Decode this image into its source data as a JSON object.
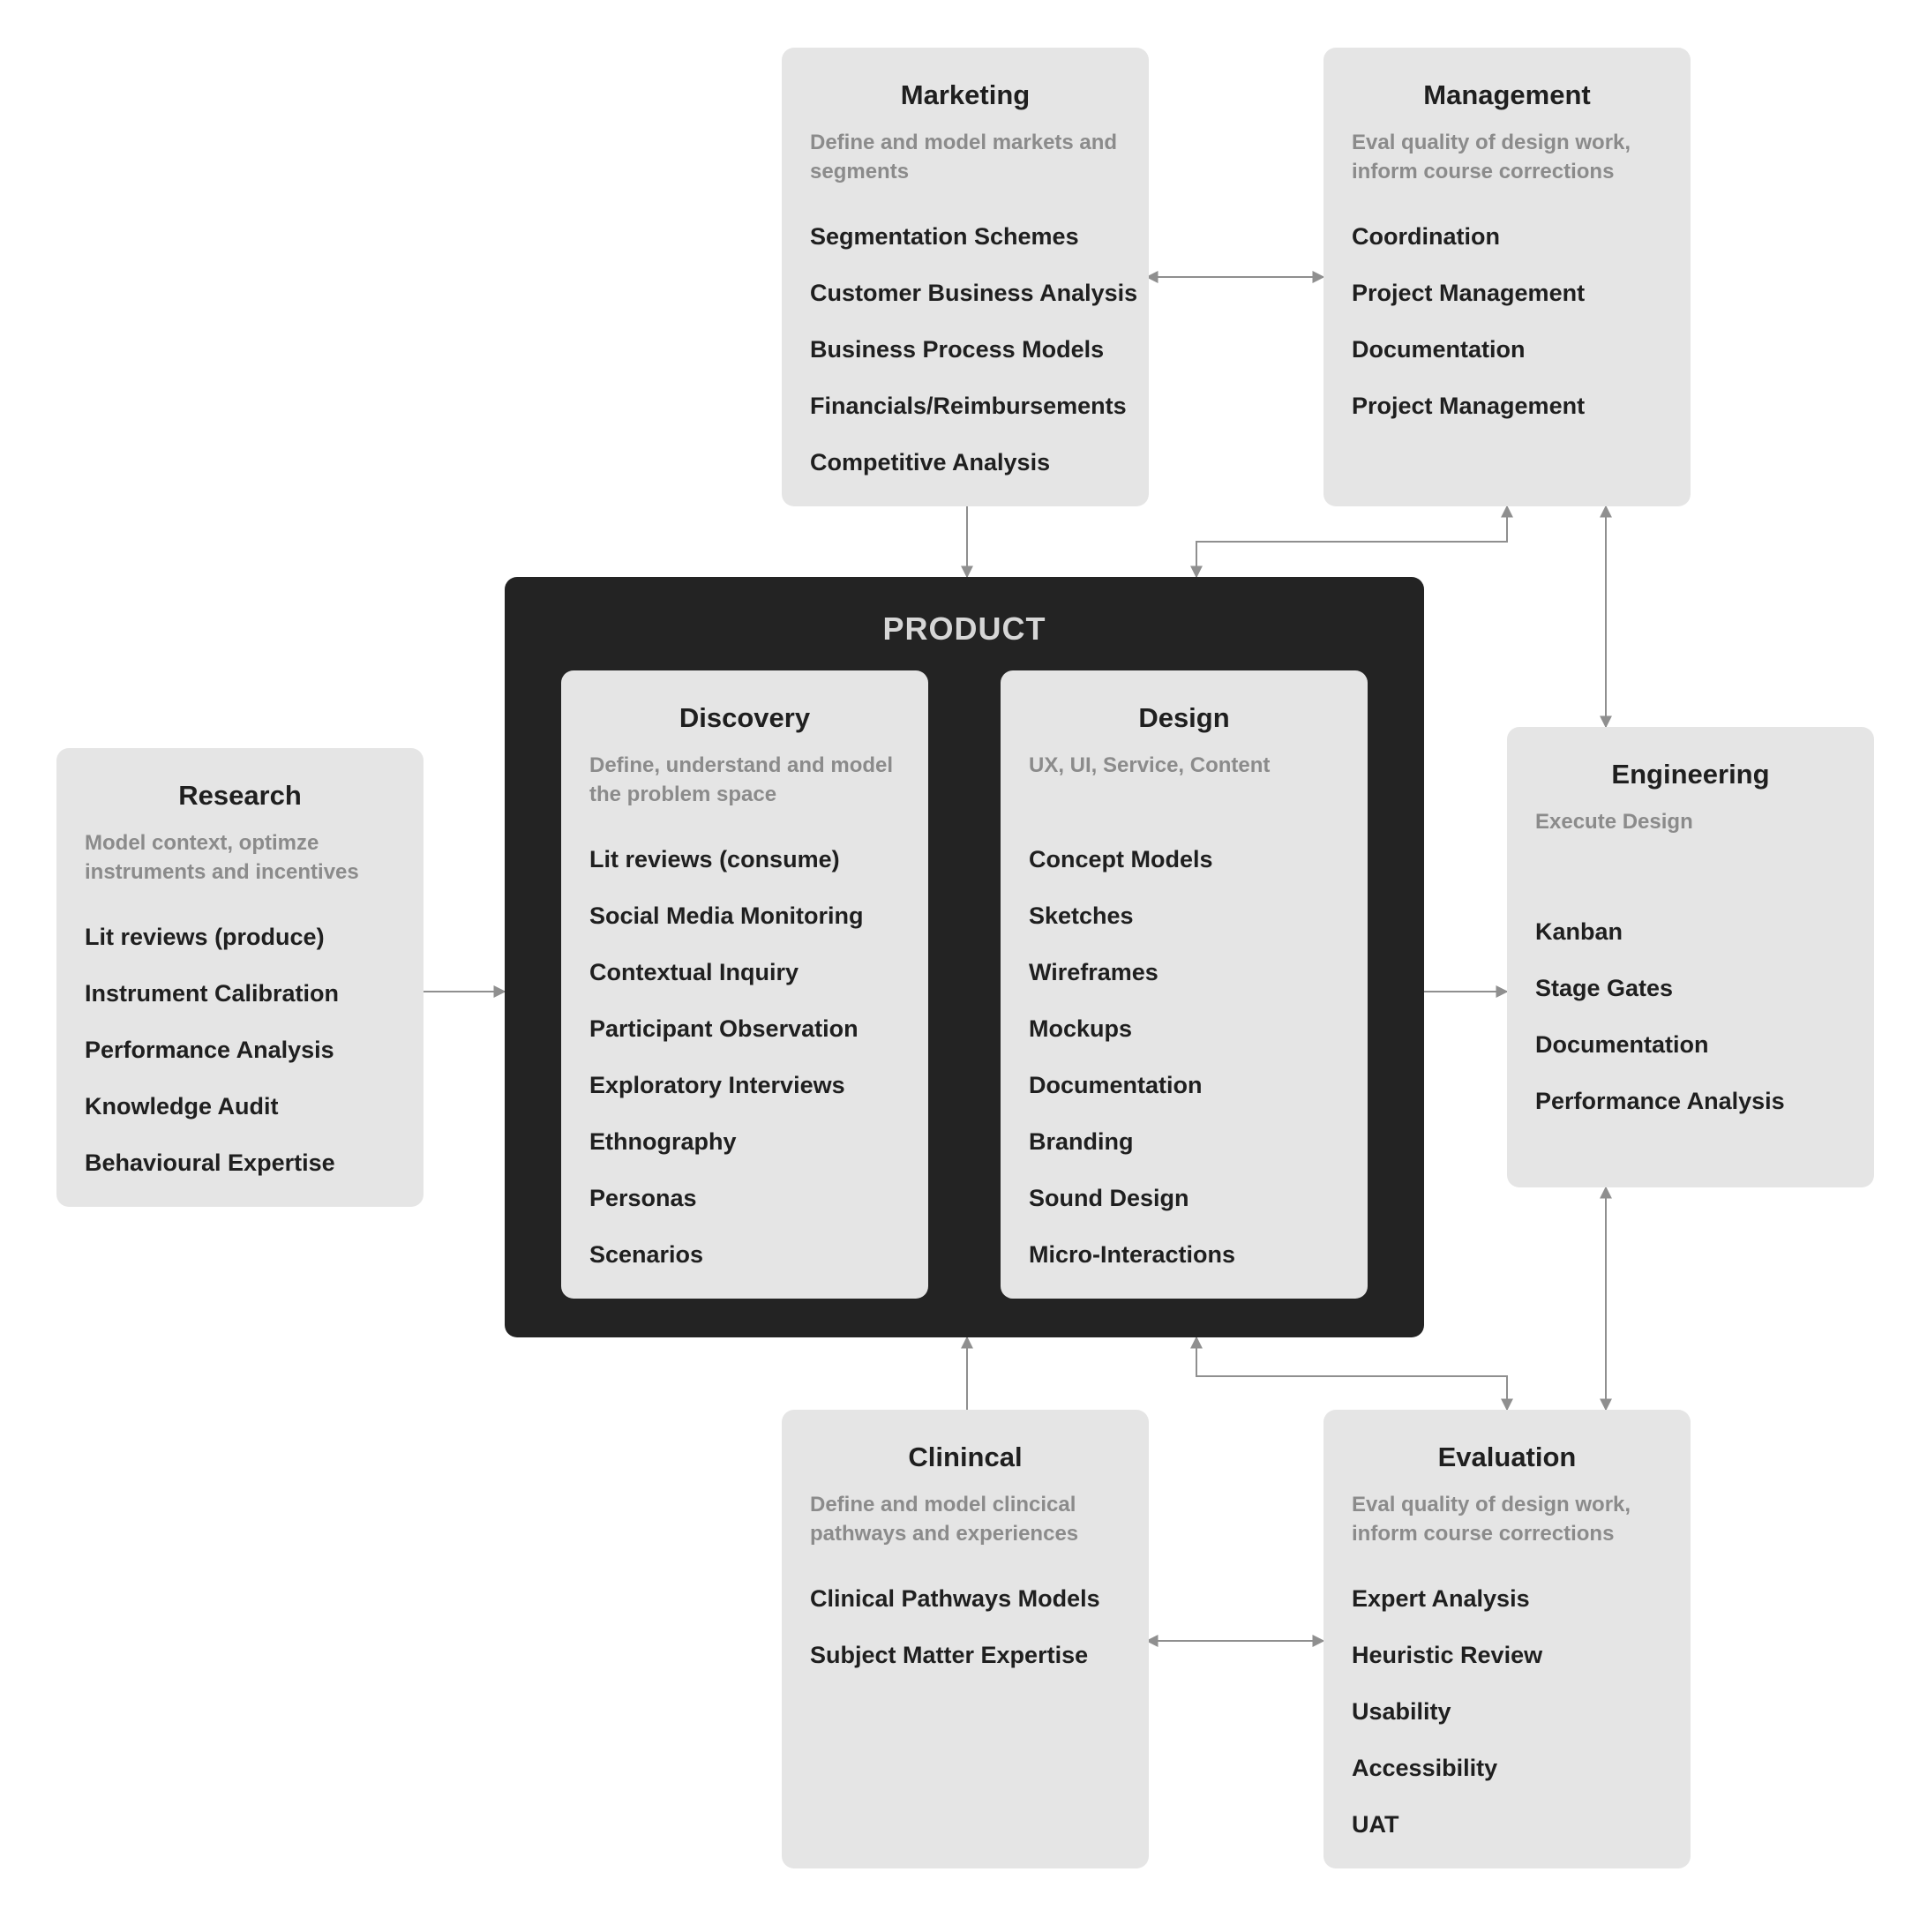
{
  "product": {
    "title": "PRODUCT"
  },
  "marketing": {
    "title": "Marketing",
    "subtitle": "Define and model markets and segments",
    "items": [
      "Segmentation Schemes",
      "Customer Business Analysis",
      "Business Process Models",
      "Financials/Reimbursements",
      "Competitive Analysis"
    ]
  },
  "management": {
    "title": "Management",
    "subtitle": "Eval quality of design work, inform course corrections",
    "items": [
      "Coordination",
      "Project Management",
      "Documentation",
      "Project Management"
    ]
  },
  "research": {
    "title": "Research",
    "subtitle": "Model context, optimze instruments and incentives",
    "items": [
      "Lit reviews (produce)",
      "Instrument Calibration",
      "Performance Analysis",
      "Knowledge Audit",
      "Behavioural Expertise"
    ]
  },
  "discovery": {
    "title": "Discovery",
    "subtitle": "Define, understand and model the problem space",
    "items": [
      "Lit reviews (consume)",
      "Social Media Monitoring",
      "Contextual Inquiry",
      "Participant Observation",
      "Exploratory Interviews",
      "Ethnography",
      "Personas",
      "Scenarios"
    ]
  },
  "design": {
    "title": "Design",
    "subtitle": "UX, UI, Service, Content",
    "items": [
      "Concept Models",
      "Sketches",
      "Wireframes",
      "Mockups",
      "Documentation",
      "Branding",
      "Sound Design",
      "Micro-Interactions"
    ]
  },
  "engineering": {
    "title": "Engineering",
    "subtitle": "Execute Design",
    "items": [
      "Kanban",
      "Stage Gates",
      "Documentation",
      "Performance Analysis"
    ]
  },
  "clinical": {
    "title": "Clinincal",
    "subtitle": "Define and model clincical pathways and experiences",
    "items": [
      "Clinical Pathways Models",
      "Subject Matter Expertise"
    ]
  },
  "evaluation": {
    "title": "Evaluation",
    "subtitle": "Eval quality of design work, inform course corrections",
    "items": [
      "Expert Analysis",
      "Heuristic Review",
      "Usability",
      "Accessibility",
      "UAT"
    ]
  },
  "colors": {
    "card": "#e5e5e5",
    "product": "#232323",
    "arrow": "#8f8f8f",
    "subtitle": "#8b8b8b",
    "text": "#1f1f1f"
  }
}
